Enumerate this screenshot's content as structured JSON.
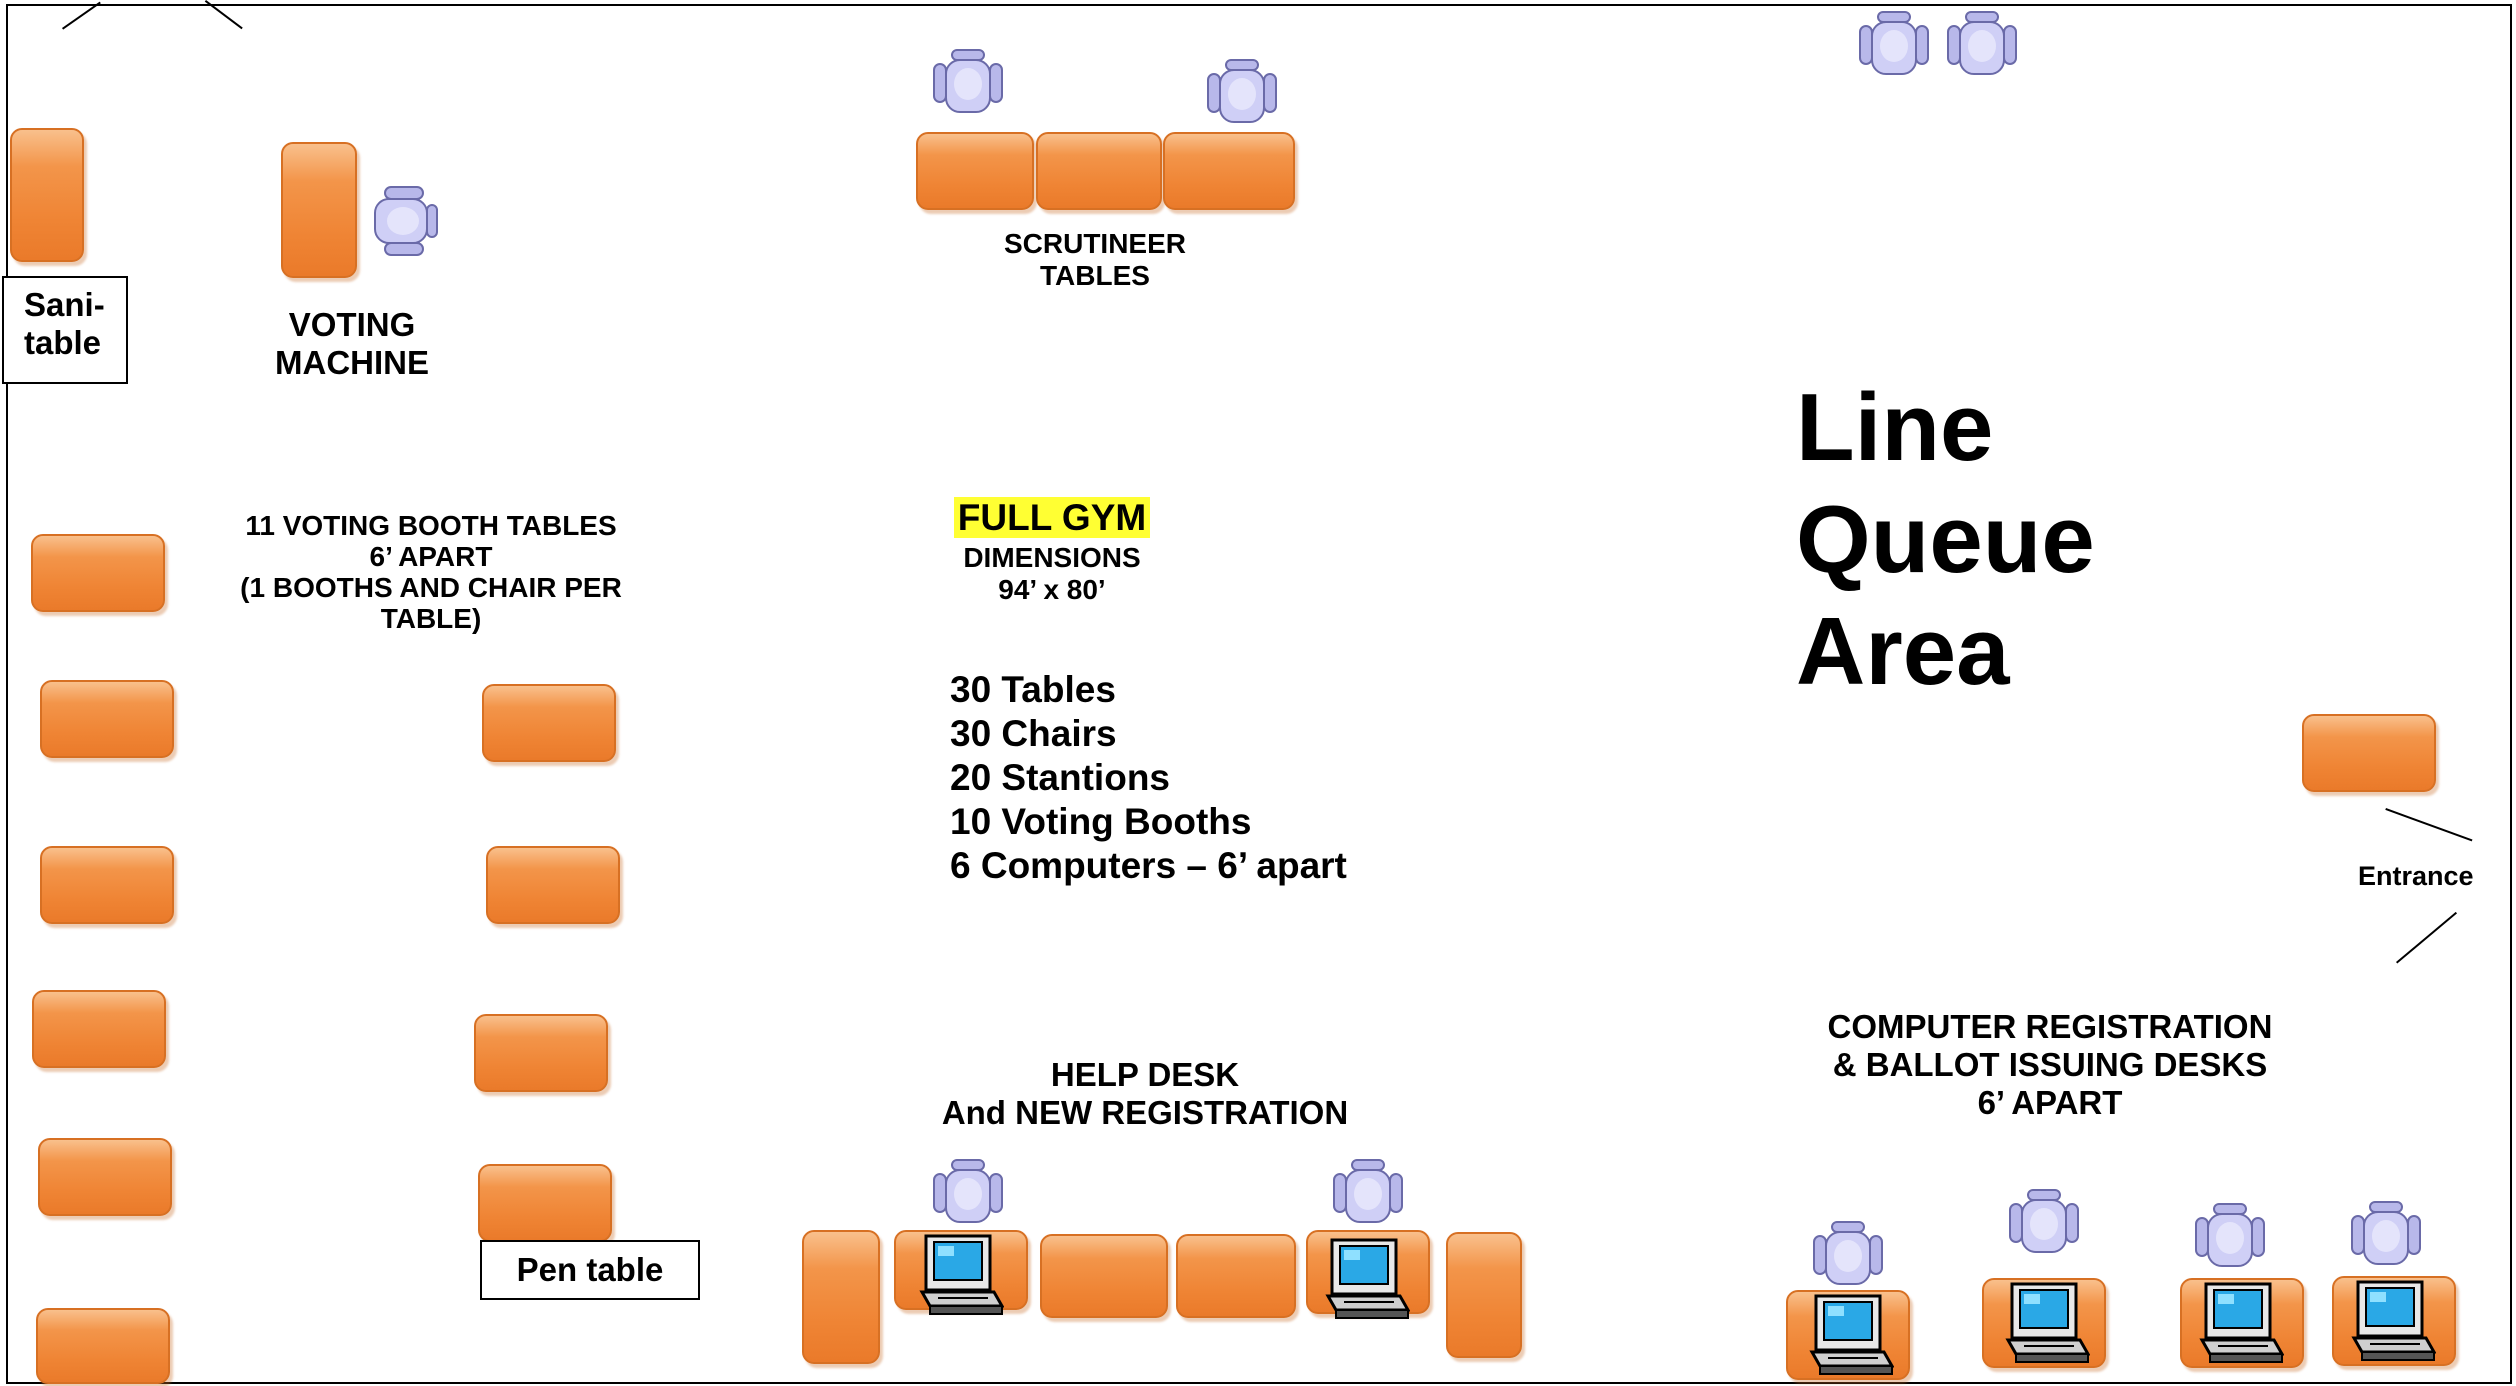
{
  "labels": {
    "sani_table": "Sani-\ntable",
    "voting_machine": "VOTING\nMACHINE",
    "scrutineer": "SCRUTINEER\nTABLES",
    "booth_tables": "11 VOTING BOOTH TABLES\n6’ APART\n(1 BOOTHS AND CHAIR PER\nTABLE)",
    "full_gym": "FULL GYM",
    "dimensions": "DIMENSIONS\n94’ x 80’",
    "inventory": [
      "30 Tables",
      "30 Chairs",
      "20 Stantions",
      "10 Voting Booths",
      "6 Computers – 6’ apart"
    ],
    "line_queue": "Line\nQueue\nArea",
    "entrance": "Entrance",
    "computer_registration": "COMPUTER REGISTRATION\n& BALLOT ISSUING DESKS\n6’ APART",
    "help_desk": "HELP DESK\nAnd NEW REGISTRATION",
    "pen_table": "Pen table"
  },
  "colors": {
    "table_fill": "#ef8434",
    "chair_fill": "#c9c9f2",
    "highlight": "#ffff33"
  },
  "icons": {
    "chair": "office-chair-icon",
    "computer": "desktop-computer-icon"
  }
}
